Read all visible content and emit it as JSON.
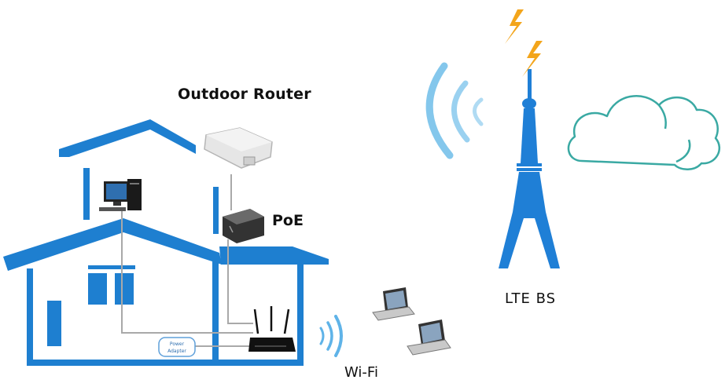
{
  "labels": {
    "outdoor_router": "Outdoor Router",
    "poe": "PoE",
    "lte_bs": "LTE BS",
    "wifi": "Wi-Fi",
    "power_adapter_line1": "Power",
    "power_adapter_line2": "Adapter"
  },
  "colors": {
    "house": "#1e7fd0",
    "cable": "#a9a9a9",
    "tower": "#1f7fd6",
    "signal": "#5fb3e8",
    "cloud": "#3aa9a3",
    "lightning": "#f3a51b",
    "label": "#111111"
  },
  "icons": {
    "router_outdoor": "outdoor-router-icon",
    "poe": "poe-injector-icon",
    "desktop": "desktop-computer-icon",
    "wifi_router": "wifi-router-icon",
    "laptop": "laptop-icon",
    "tower": "cell-tower-icon",
    "cloud": "cloud-icon",
    "lightning": "lightning-icon"
  }
}
